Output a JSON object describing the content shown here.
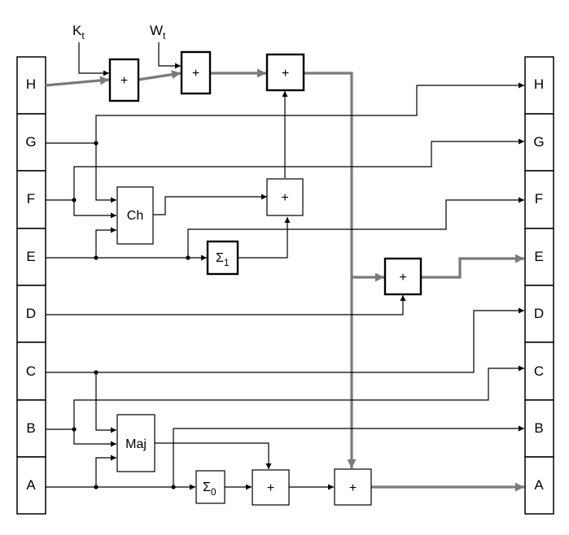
{
  "registers_in": [
    "H",
    "G",
    "F",
    "E",
    "D",
    "C",
    "B",
    "A"
  ],
  "registers_out": [
    "H",
    "G",
    "F",
    "E",
    "D",
    "C",
    "B",
    "A"
  ],
  "inputs": {
    "k": "K",
    "k_sub": "t",
    "w": "W",
    "w_sub": "t"
  },
  "functions": {
    "ch": "Ch",
    "maj": "Maj",
    "sigma": "Σ",
    "sigma1_sub": "1",
    "sigma0_sub": "0"
  },
  "adder_symbol": "+",
  "colors": {
    "line": "#000000",
    "bold_line": "#7a7a7a"
  }
}
